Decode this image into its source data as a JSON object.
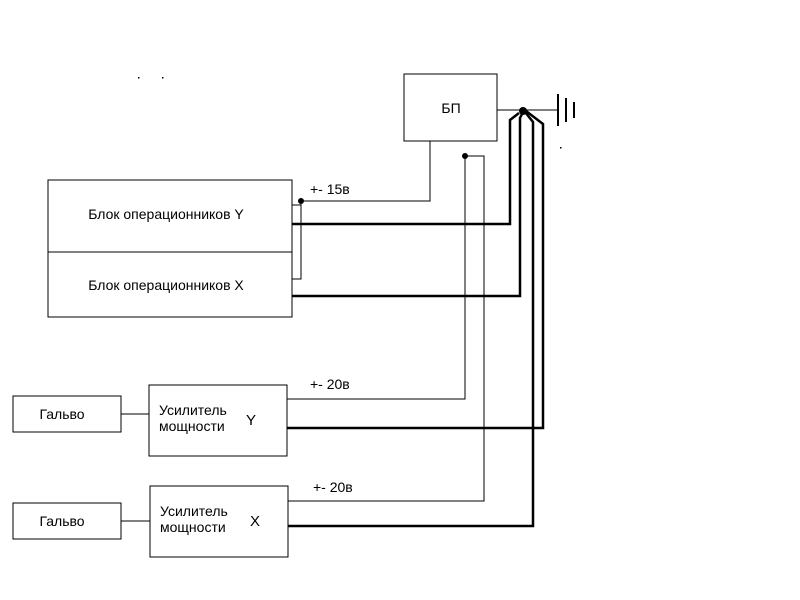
{
  "blocks": {
    "psu": "БП",
    "opamp_y": "Блок операционников Y",
    "opamp_x": "Блок операционников X",
    "amp_y": {
      "line1": "Усилитель",
      "line2": "мощности",
      "axis": "Y"
    },
    "amp_x": {
      "line1": "Усилитель",
      "line2": "мощности",
      "axis": "X"
    },
    "galvo_y": "Гальво",
    "galvo_x": "Гальво"
  },
  "supply_labels": {
    "opamp": "+- 15в",
    "amp_y": "+- 20в",
    "amp_x": "+- 20в"
  },
  "colors": {
    "line": "#000000",
    "background": "#ffffff"
  },
  "icons": {
    "ground": "ground-icon"
  }
}
